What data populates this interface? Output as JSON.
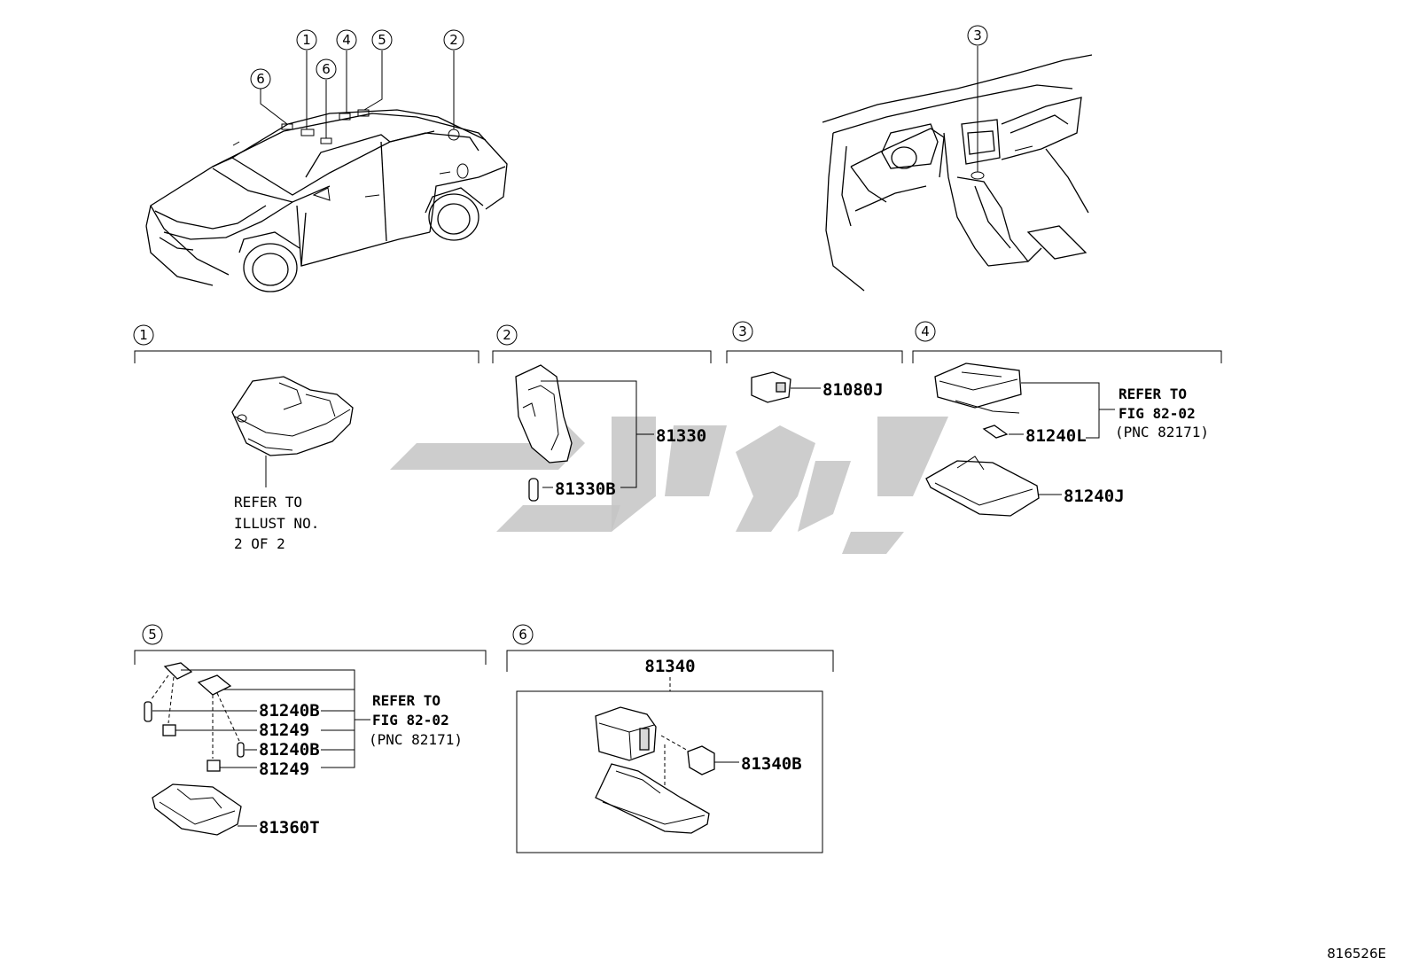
{
  "sections": {
    "s1": {
      "number": "1",
      "note": [
        "REFER TO",
        "ILLUST NO.",
        "2 OF 2"
      ]
    },
    "s2": {
      "number": "2",
      "parts": [
        "81330",
        "81330B"
      ]
    },
    "s3": {
      "number": "3",
      "parts": [
        "81080J"
      ]
    },
    "s4": {
      "number": "4",
      "parts": [
        "81240L",
        "81240J"
      ],
      "note": [
        "REFER TO",
        "FIG 82-02",
        "(PNC 82171)"
      ]
    },
    "s5": {
      "number": "5",
      "parts": [
        "81240B",
        "81249",
        "81240B",
        "81249",
        "81360T"
      ],
      "note": [
        "REFER TO",
        "FIG 82-02",
        "(PNC 82171)"
      ]
    },
    "s6": {
      "number": "6",
      "assembly": "81340",
      "parts": [
        "81340B"
      ]
    }
  },
  "car_callouts": [
    "6",
    "1",
    "6",
    "4",
    "5",
    "2"
  ],
  "dash_callouts": [
    "3"
  ],
  "illustration_code": "816526E",
  "watermark": {
    "color": "#c4c4c4"
  }
}
